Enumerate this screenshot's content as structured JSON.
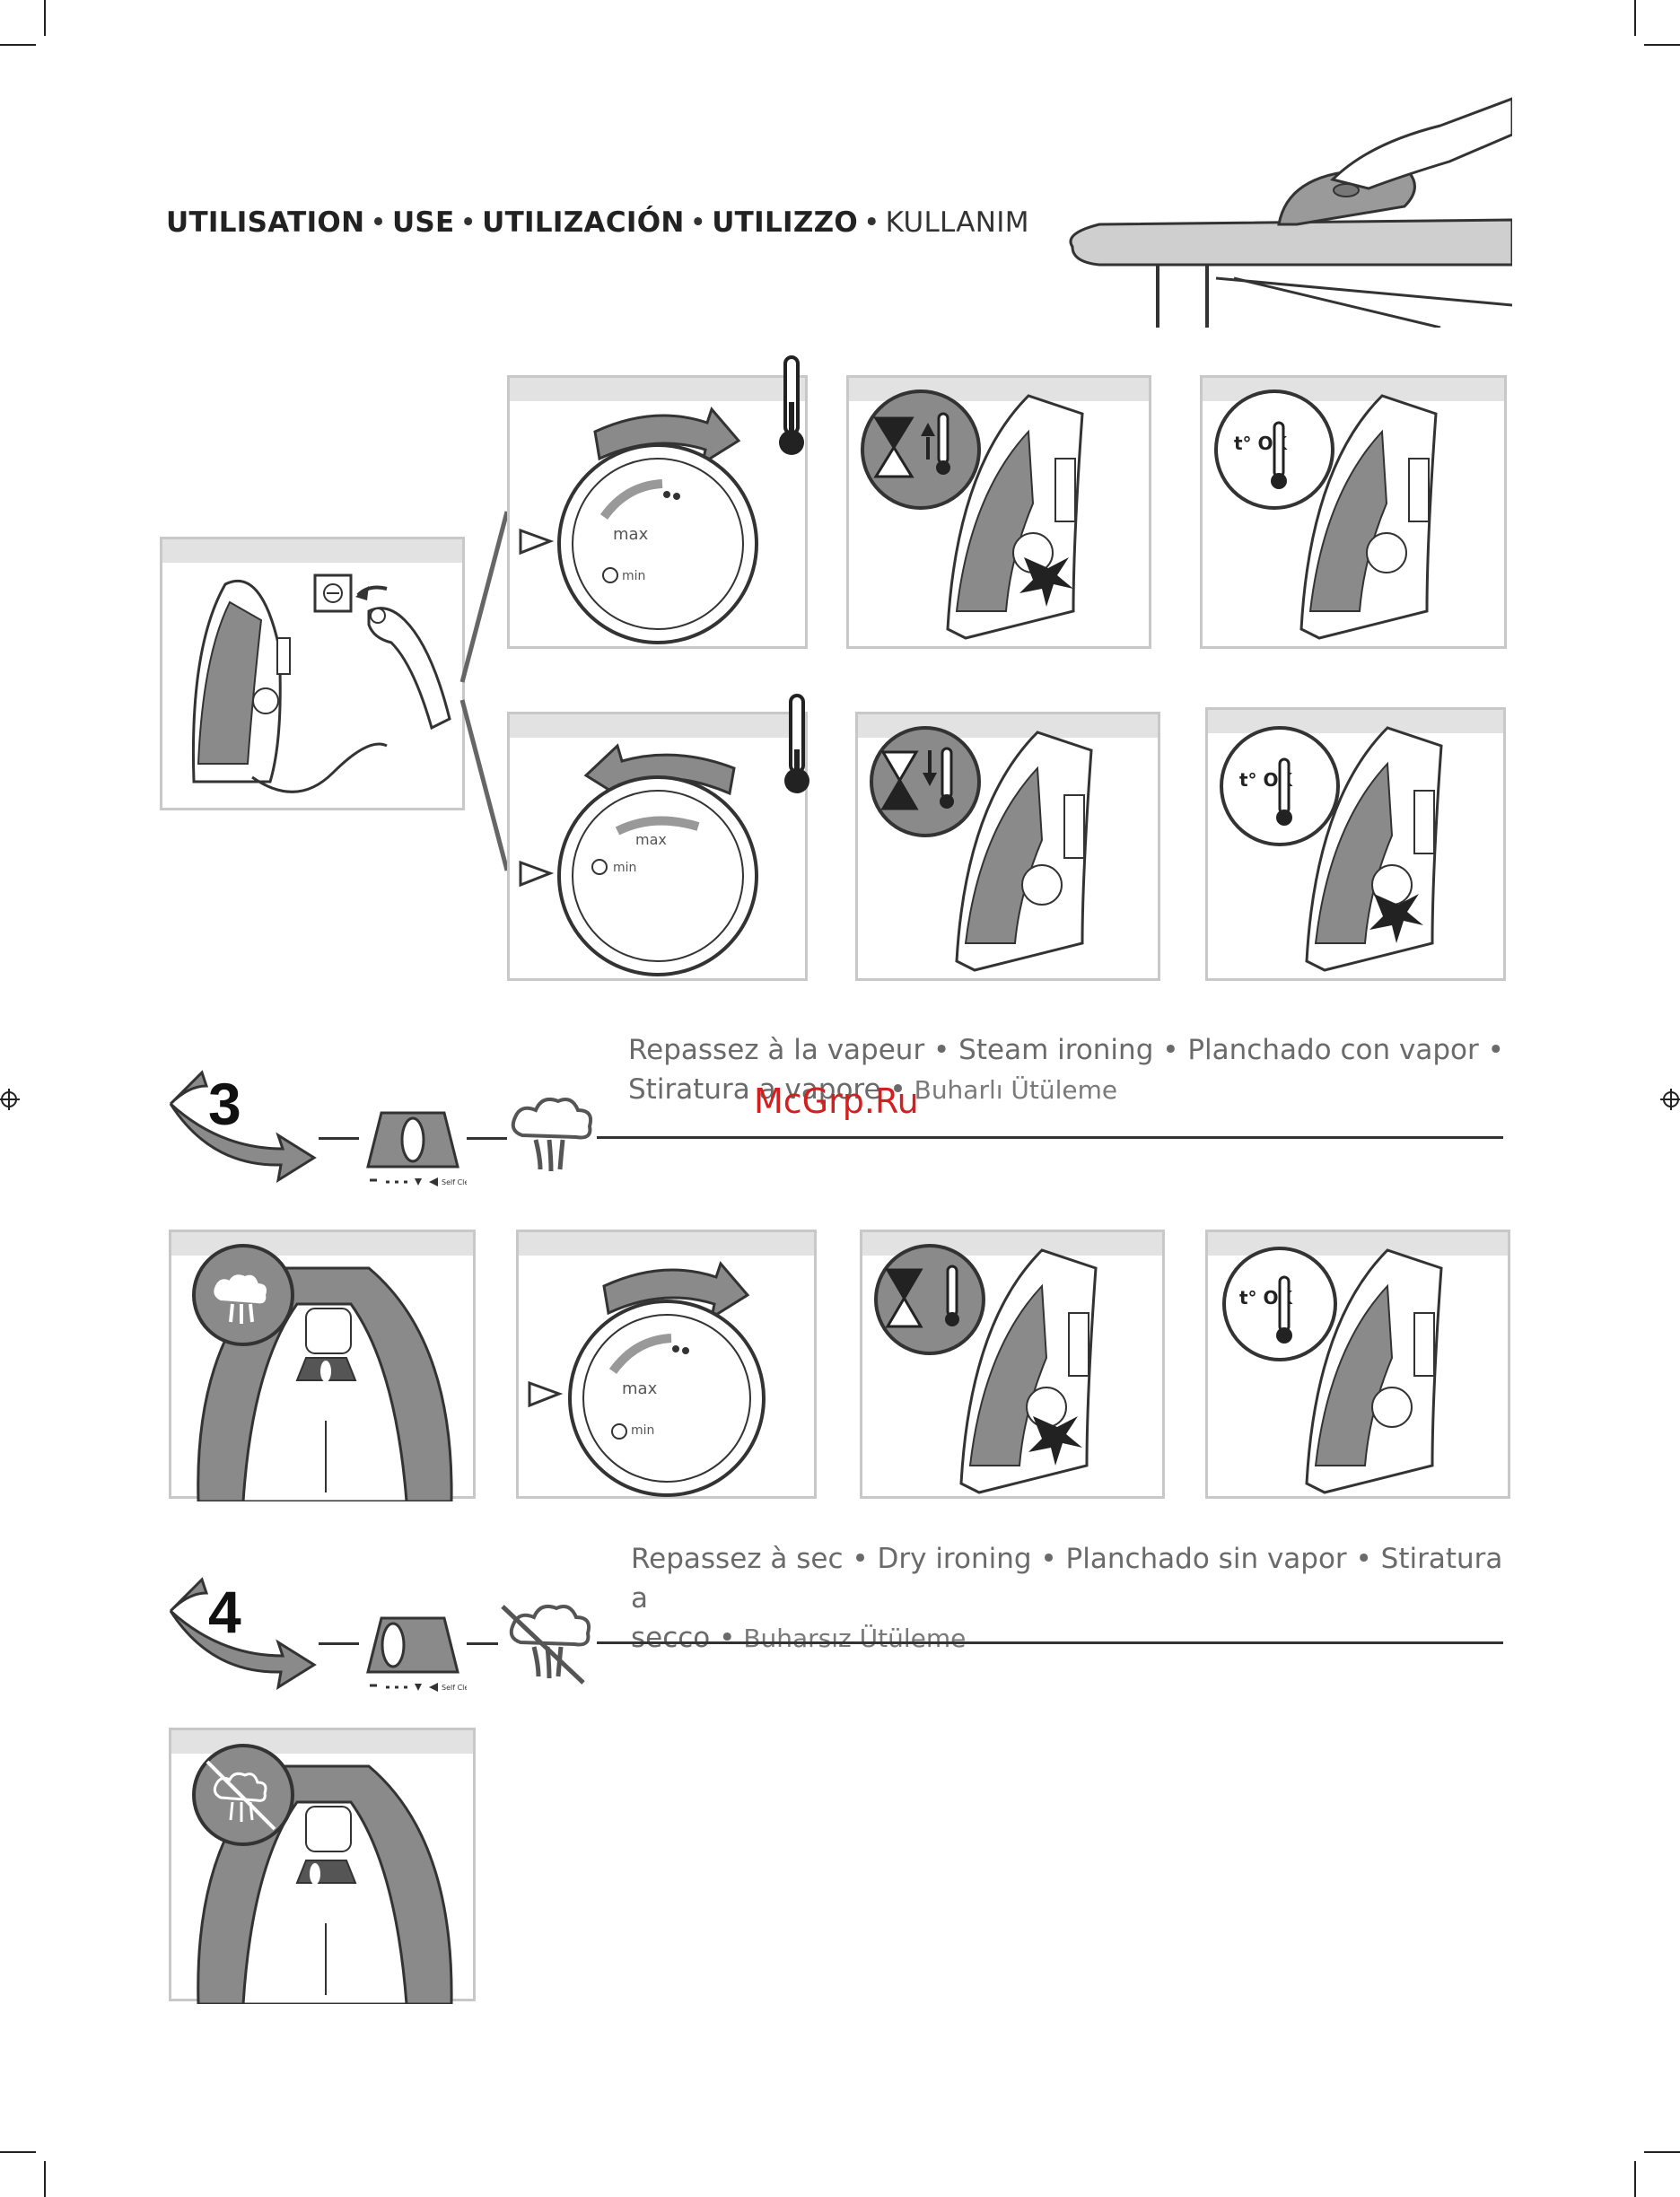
{
  "header": {
    "items": [
      "UTILISATION",
      "USE",
      "UTILIZACIÓN",
      "UTILIZZO"
    ],
    "last_item": "KULLANIM",
    "separator": "•"
  },
  "icons": {
    "temp_ok_label": "t° OK",
    "dial_max": "max",
    "dial_min": "min",
    "selector_label": "Self Clean"
  },
  "step3": {
    "number": "3",
    "title_line1": "Repassez à la vapeur • Steam ironing •  Planchado con vapor •",
    "title_line2_main": "Stiratura a vapore •",
    "title_line2_light": " Buharlı Ütüleme"
  },
  "step4": {
    "number": "4",
    "title_line1": "Repassez à sec • Dry ironing • Planchado sin vapor • Stiratura a",
    "title_line2_main": "secco •",
    "title_line2_light": " Buharsız Ütüleme"
  },
  "watermark": "McGrp.Ru",
  "colors": {
    "iron_body": "#8a8a8a",
    "iron_dark": "#555555",
    "panel_header": "#e2e2e2",
    "panel_border": "#c8c8c8",
    "title_gray": "#6a6a6a",
    "watermark_red": "#d21f1f"
  }
}
